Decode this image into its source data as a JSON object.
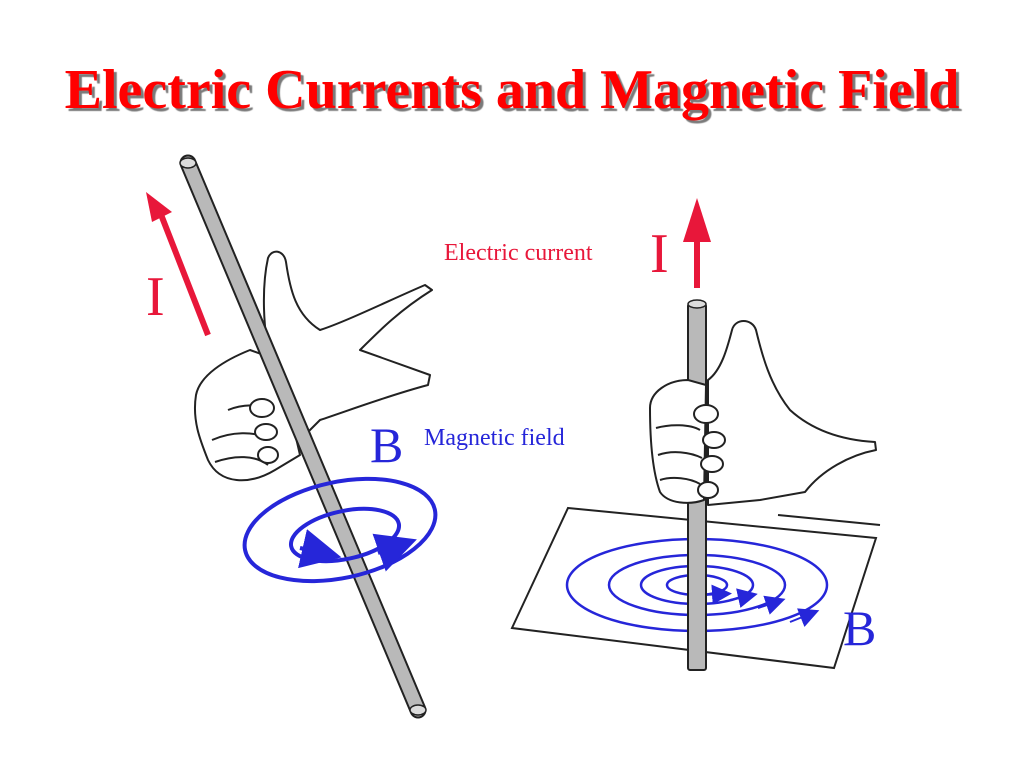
{
  "title": "Electric Currents and Magnetic Field",
  "left_panel": {
    "current_symbol": "I",
    "field_symbol": "B",
    "field_caption": "Magnetic field"
  },
  "right_panel": {
    "current_caption": "Electric current",
    "current_symbol": "I",
    "field_symbol": "B"
  },
  "colors": {
    "title": "#ff0000",
    "current": "#e8173a",
    "field": "#2626d9",
    "wire": "#b9b9b9"
  }
}
